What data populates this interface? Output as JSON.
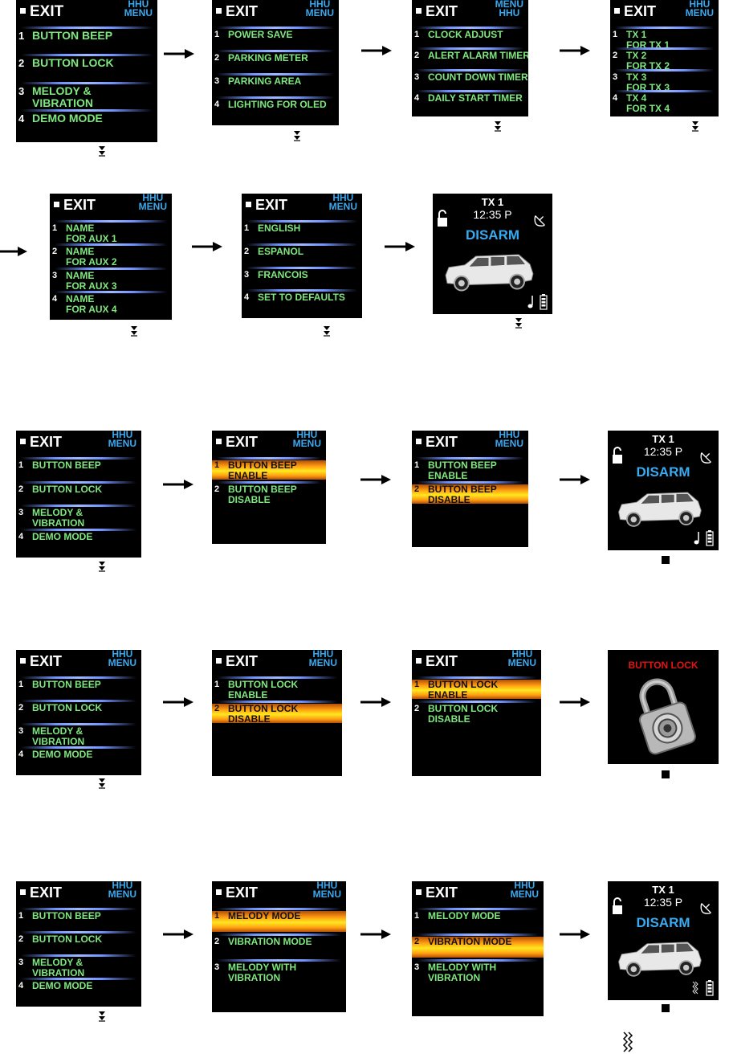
{
  "menu_exit": "EXIT",
  "hhu_menu": "HHU\nMENU",
  "menu_hhu": "MENU\nHHU",
  "menu1": {
    "items": [
      {
        "n": "1",
        "label": "BUTTON BEEP"
      },
      {
        "n": "2",
        "label": "BUTTON LOCK"
      },
      {
        "n": "3",
        "label": "MELODY &\nVIBRATION"
      },
      {
        "n": "4",
        "label": "DEMO MODE"
      }
    ]
  },
  "menu2": {
    "items": [
      {
        "n": "1",
        "label": "POWER SAVE"
      },
      {
        "n": "2",
        "label": "PARKING METER"
      },
      {
        "n": "3",
        "label": "PARKING AREA"
      },
      {
        "n": "4",
        "label": "LIGHTING FOR OLED"
      }
    ]
  },
  "menu3": {
    "items": [
      {
        "n": "1",
        "label": "CLOCK ADJUST"
      },
      {
        "n": "2",
        "label": "ALERT ALARM TIMER"
      },
      {
        "n": "3",
        "label": "COUNT DOWN TIMER"
      },
      {
        "n": "4",
        "label": "DAILY START TIMER"
      }
    ]
  },
  "menu4": {
    "items": [
      {
        "n": "1",
        "label": "TX 1\nFOR TX 1"
      },
      {
        "n": "2",
        "label": "TX 2\nFOR TX 2"
      },
      {
        "n": "3",
        "label": "TX 3\nFOR TX 3"
      },
      {
        "n": "4",
        "label": "TX 4\nFOR TX 4"
      }
    ]
  },
  "menu5": {
    "items": [
      {
        "n": "1",
        "label": "NAME\nFOR AUX 1"
      },
      {
        "n": "2",
        "label": "NAME\nFOR AUX 2"
      },
      {
        "n": "3",
        "label": "NAME\nFOR AUX 3"
      },
      {
        "n": "4",
        "label": "NAME\nFOR AUX 4"
      }
    ]
  },
  "menu6": {
    "items": [
      {
        "n": "1",
        "label": "ENGLISH"
      },
      {
        "n": "2",
        "label": "ESPANOL"
      },
      {
        "n": "3",
        "label": "FRANCOIS"
      },
      {
        "n": "4",
        "label": "SET TO DEFAULTS"
      }
    ]
  },
  "beep_menu": {
    "items": [
      {
        "n": "1",
        "label": "BUTTON BEEP\nENABLE"
      },
      {
        "n": "2",
        "label": "BUTTON BEEP\nDISABLE"
      }
    ]
  },
  "lock_menu": {
    "items": [
      {
        "n": "1",
        "label": "BUTTON LOCK\nENABLE"
      },
      {
        "n": "2",
        "label": "BUTTON LOCK\nDISABLE"
      }
    ]
  },
  "melody_menu": {
    "items": [
      {
        "n": "1",
        "label": "MELODY MODE"
      },
      {
        "n": "2",
        "label": "VIBRATION MODE"
      },
      {
        "n": "3",
        "label": "MELODY WITH\nVIBRATION"
      }
    ]
  },
  "status": {
    "tx": "TX 1",
    "time": "12:35 P",
    "state": "DISARM"
  },
  "button_lock_title": "BUTTON LOCK",
  "colors": {
    "menu_label": "#7ee87e",
    "hhu_label": "#39a9f0",
    "highlight": "#ffb11a",
    "lock_title": "#e21414"
  }
}
